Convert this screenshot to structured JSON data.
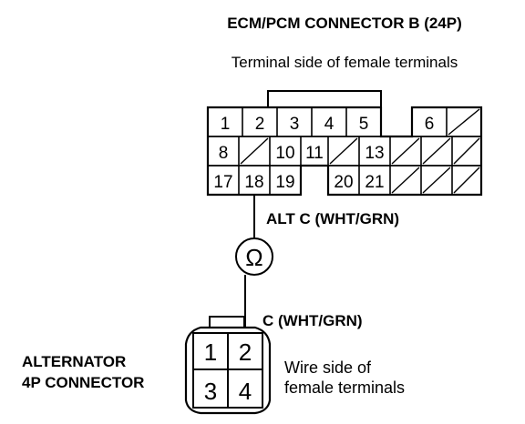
{
  "ecm_connector": {
    "title": "ECM/PCM CONNECTOR B (24P)",
    "subtitle": "Terminal side of female terminals",
    "pins": [
      "1",
      "2",
      "3",
      "4",
      "5",
      "6",
      "8",
      "10",
      "11",
      "13",
      "17",
      "18",
      "19",
      "20",
      "21"
    ]
  },
  "wires": {
    "alt_c_label": "ALT C (WHT/GRN)",
    "c_label": "C (WHT/GRN)"
  },
  "meter": {
    "symbol": "Ω"
  },
  "alternator_connector": {
    "title_line1": "ALTERNATOR",
    "title_line2": "4P CONNECTOR",
    "side_line1": "Wire side of",
    "side_line2": "female terminals",
    "pins": [
      "1",
      "2",
      "3",
      "4"
    ]
  }
}
